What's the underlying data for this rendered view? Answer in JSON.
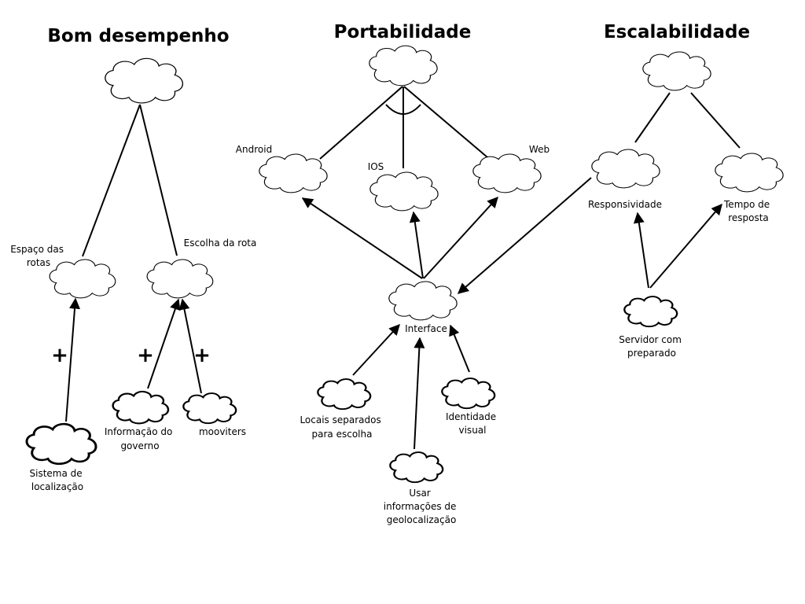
{
  "titles": {
    "performance": "Bom desempenho",
    "portability": "Portabilidade",
    "scalability": "Escalabilidade"
  },
  "labels": {
    "espaco": [
      "Espaço das",
      "rotas"
    ],
    "escolha": "Escolha da rota",
    "sistema": [
      "Sistema de",
      "localização"
    ],
    "informacao": [
      "Informação do",
      "governo"
    ],
    "mooviters": "mooviters",
    "android": "Android",
    "ios": "IOS",
    "web": "Web",
    "interface": "Interface",
    "locais": [
      "Locais separados",
      "para escolha"
    ],
    "identidade": [
      "Identidade",
      "visual"
    ],
    "usar": [
      "Usar",
      "informações de",
      "geolocalização"
    ],
    "responsividade": "Responsividade",
    "tempo": [
      "Tempo de",
      "resposta"
    ],
    "servidor": [
      "Servidor com",
      "preparado"
    ]
  },
  "contributions": {
    "sistema": "+",
    "informacao": "+",
    "mooviters": "+"
  }
}
